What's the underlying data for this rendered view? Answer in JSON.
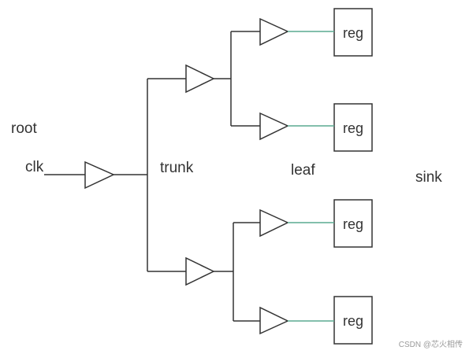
{
  "labels": {
    "root": "root",
    "clk": "clk",
    "trunk": "trunk",
    "leaf": "leaf",
    "sink": "sink"
  },
  "registers": [
    "reg",
    "reg",
    "reg",
    "reg"
  ],
  "colors": {
    "wire": "#333333",
    "leaf_wire": "#5aaa91",
    "box": "#333333"
  },
  "watermark": "CSDN @芯火相传"
}
